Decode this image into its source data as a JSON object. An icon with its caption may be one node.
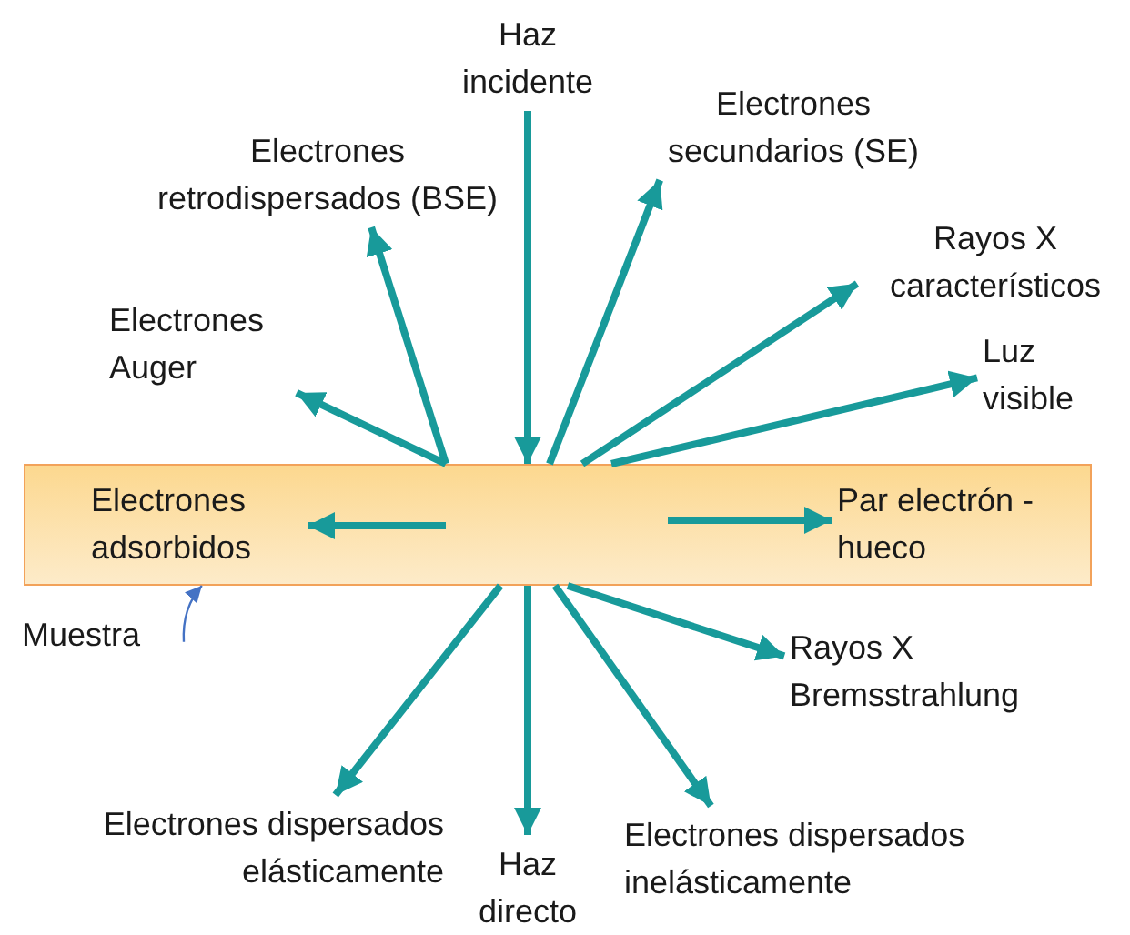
{
  "diagram": {
    "nodes": [
      {
        "text": [
          "Haz incidente"
        ]
      },
      {
        "text": [
          "Electrones retrodispersados (BSE)"
        ]
      },
      {
        "text": [
          "Electrones secundarios (SE)"
        ]
      },
      {
        "text": [
          "Rayos X característicos"
        ]
      },
      {
        "text": [
          "Electrones Auger"
        ]
      },
      {
        "text": [
          "Luz visible"
        ]
      },
      {
        "text": [],
        "shape": "box"
      },
      {
        "text": [
          "Electrones adsorbidos"
        ],
        "in": 6
      },
      {
        "text": [
          "Par electrón - hueco"
        ],
        "in": 6
      },
      {
        "text": [
          "Muestra"
        ]
      },
      {
        "text": [
          "Rayos X Bremsstrahlung"
        ]
      },
      {
        "text": [
          "Electrones dispersados elásticamente"
        ]
      },
      {
        "text": [
          "Haz directo"
        ]
      },
      {
        "text": [
          "Electrones dispersados inelásticamente"
        ]
      }
    ],
    "edges": [
      {
        "from": 0,
        "to": 6,
        "arrow": "to"
      },
      {
        "from": 6,
        "to": 1,
        "arrow": "to"
      },
      {
        "from": 6,
        "to": 4,
        "arrow": "to"
      },
      {
        "from": 6,
        "to": 2,
        "arrow": "to"
      },
      {
        "from": 6,
        "to": 3,
        "arrow": "to"
      },
      {
        "from": 6,
        "to": 5,
        "arrow": "to"
      },
      {
        "from": null,
        "to": 7,
        "arrow": "to"
      },
      {
        "from": null,
        "to": 8,
        "arrow": "to"
      },
      {
        "from": 9,
        "to": 6,
        "arrow": "to",
        "color": "#4472c4"
      },
      {
        "from": 6,
        "to": 11,
        "arrow": "to"
      },
      {
        "from": 6,
        "to": 12,
        "arrow": "to"
      },
      {
        "from": 6,
        "to": 13,
        "arrow": "to"
      },
      {
        "from": 6,
        "to": 10,
        "arrow": "to"
      }
    ]
  }
}
